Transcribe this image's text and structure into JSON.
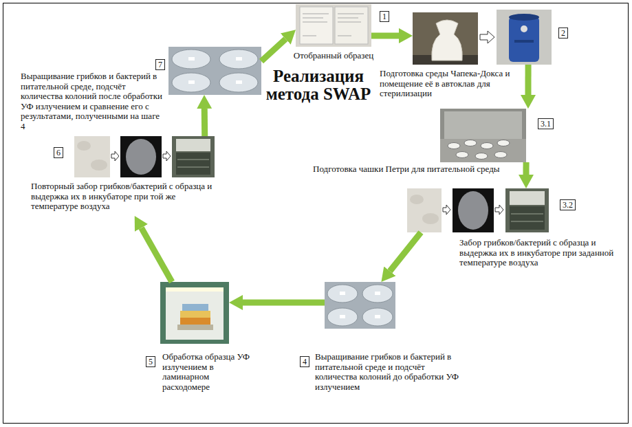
{
  "diagram": {
    "title": "Реализация метода SWAP",
    "nodes": [
      {
        "text": [
          "1",
          "Отобранный образец"
        ]
      },
      {
        "text": [
          "2",
          "Подготовка среды Чапека-Докса и помещение её в автоклав для стерилизации"
        ]
      },
      {
        "text": [
          "3.1",
          "Подготовка чашки Петри для питательной среды"
        ]
      },
      {
        "text": [
          "3.2",
          "Забор грибков/бактерий с образца и выдержка их в инкубаторе при заданной температуре воздуха"
        ]
      },
      {
        "text": [
          "4",
          "Выращивание грибков и бактерий в питательной среде и подсчёт количества колоний до обработки УФ излучением"
        ]
      },
      {
        "text": [
          "5",
          "Обработка образца УФ излучением в ламинарном расходомере"
        ]
      },
      {
        "text": [
          "6",
          "Повторный забор грибков/бактерий с образца и выдержка их в инкубаторе при той же температуре воздуха"
        ]
      },
      {
        "text": [
          "7",
          "Выращивание грибков и бактерий в питательной среде, подсчёт количества колоний после обработки УФ излучением и сравнение его с результатами, полученными на шаге 4"
        ]
      }
    ],
    "edges": [
      {
        "from": 0,
        "to": 1,
        "arrow": "to"
      },
      {
        "from": 1,
        "to": 2,
        "arrow": "to"
      },
      {
        "from": 2,
        "to": 3,
        "arrow": "to"
      },
      {
        "from": 3,
        "to": 4,
        "arrow": "to"
      },
      {
        "from": 4,
        "to": 5,
        "arrow": "to"
      },
      {
        "from": 5,
        "to": 6,
        "arrow": "to"
      },
      {
        "from": 6,
        "to": 7,
        "arrow": "to"
      },
      {
        "from": 7,
        "to": 0,
        "arrow": "to"
      }
    ]
  }
}
